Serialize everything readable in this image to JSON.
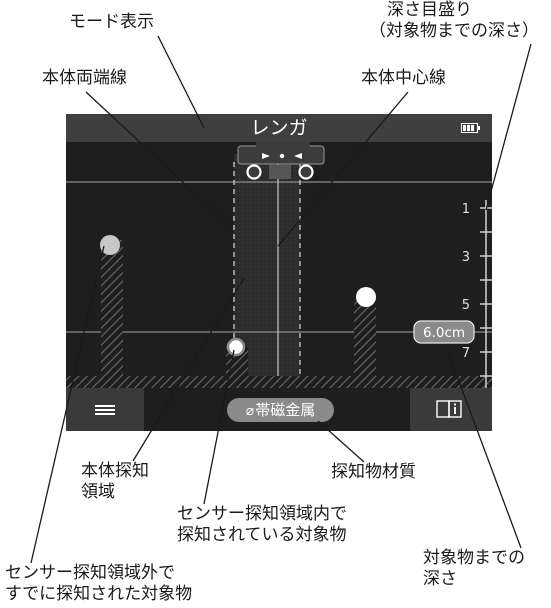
{
  "callouts": {
    "mode_display": "モード表示",
    "depth_scale_line1": "深さ目盛り",
    "depth_scale_line2": "（対象物までの深さ）",
    "body_edge_lines": "本体両端線",
    "body_center_line": "本体中心線",
    "body_detection_area_line1": "本体探知",
    "body_detection_area_line2": "領域",
    "detected_material": "探知物材質",
    "object_inside_line1": "センサー探知領域内で",
    "object_inside_line2": "探知されている対象物",
    "depth_to_object_line1": "対象物までの",
    "depth_to_object_line2": "深さ",
    "object_outside_line1": "センサー探知領域外で",
    "object_outside_line2": "すでに探知された対象物"
  },
  "screen": {
    "mode_label": "レンガ",
    "battery_icon": "battery-icon",
    "depth_ticks": [
      "1",
      "3",
      "5",
      "7"
    ],
    "depth_value": "6.0cm",
    "material_label": "帯磁金属",
    "material_icon": "paperclip-icon",
    "menu_icon": "menu-icon",
    "manual_icon": "book-info-icon",
    "colors": {
      "screen_bg": "#1e1e1e",
      "bar_bg": "#3f3f3f",
      "object_inside": "#d0d0d0",
      "object_outside_prev": "#c8c8c8",
      "object_outside_new": "#ffffff"
    }
  }
}
